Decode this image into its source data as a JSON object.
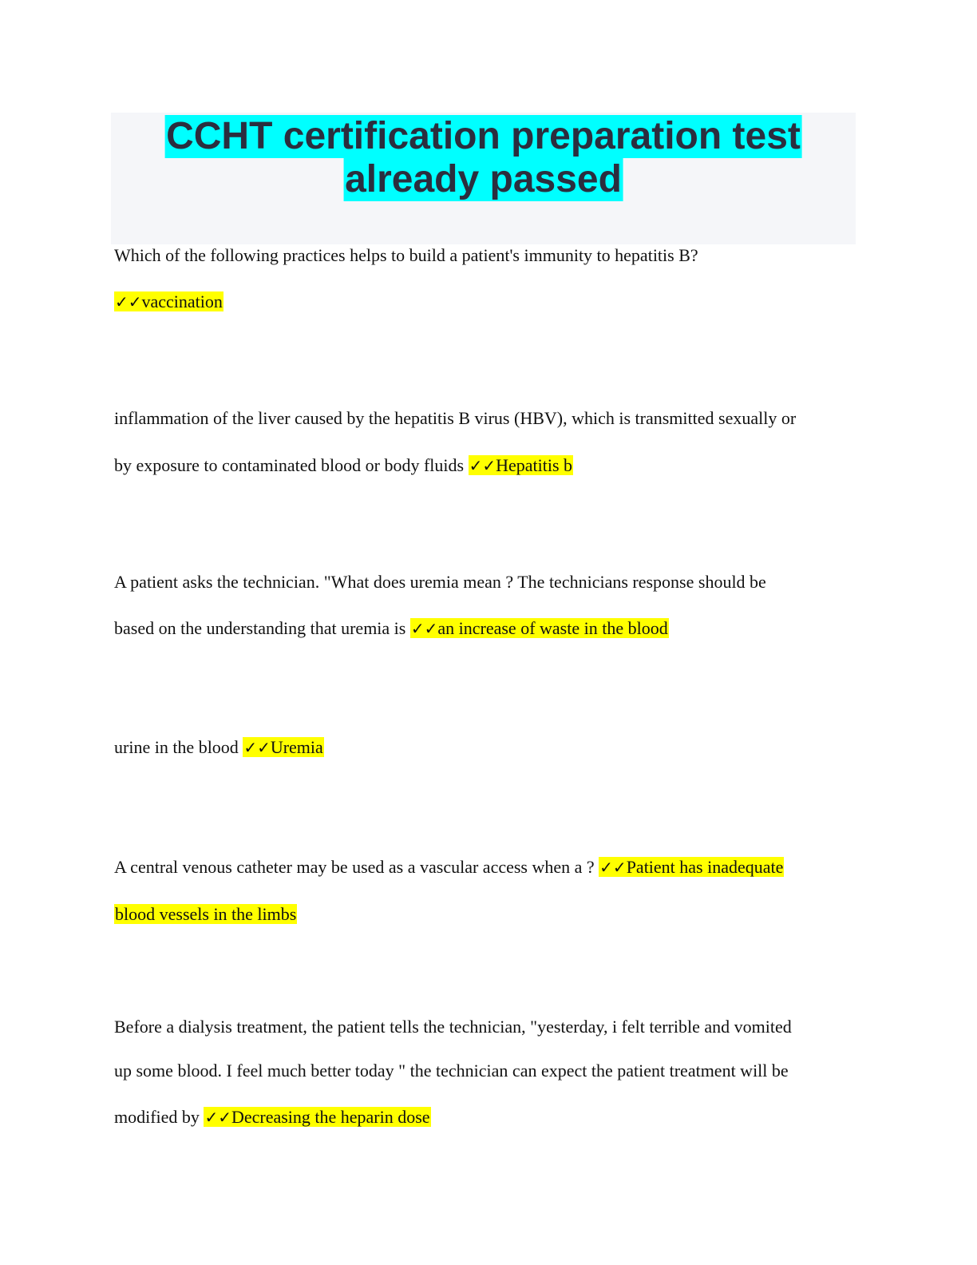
{
  "title": {
    "line1": "CCHT certification preparation test",
    "line2": "already passed"
  },
  "check_mark": "✓✓",
  "qa": [
    {
      "q1": "Which of the following practices helps to build a patient's immunity to hepatitis B?",
      "a1": "vaccination"
    },
    {
      "q1": "inflammation of the liver caused by the hepatitis B virus (HBV), which is transmitted sexually or",
      "q2": "by exposure to contaminated blood or body fluids",
      "a1": "Hepatitis b"
    },
    {
      "q1": "A patient asks the technician. \"What does uremia mean ? The technicians response should be",
      "q2": "based on the understanding that uremia is",
      "a1": "an increase of waste in the blood"
    },
    {
      "q1": "urine in the blood",
      "a1": "Uremia"
    },
    {
      "q1": "A central venous catheter may be used as a vascular access when a ?",
      "a1": "Patient has inadequate",
      "a2": "blood vessels in the limbs"
    },
    {
      "q1": "Before a dialysis treatment, the patient tells the technician, \"yesterday, i felt terrible and vomited",
      "q2": "up some blood. I feel much better today \" the technician can expect the patient treatment will be",
      "q3": "modified by",
      "a1": "Decreasing the heparin dose"
    }
  ]
}
